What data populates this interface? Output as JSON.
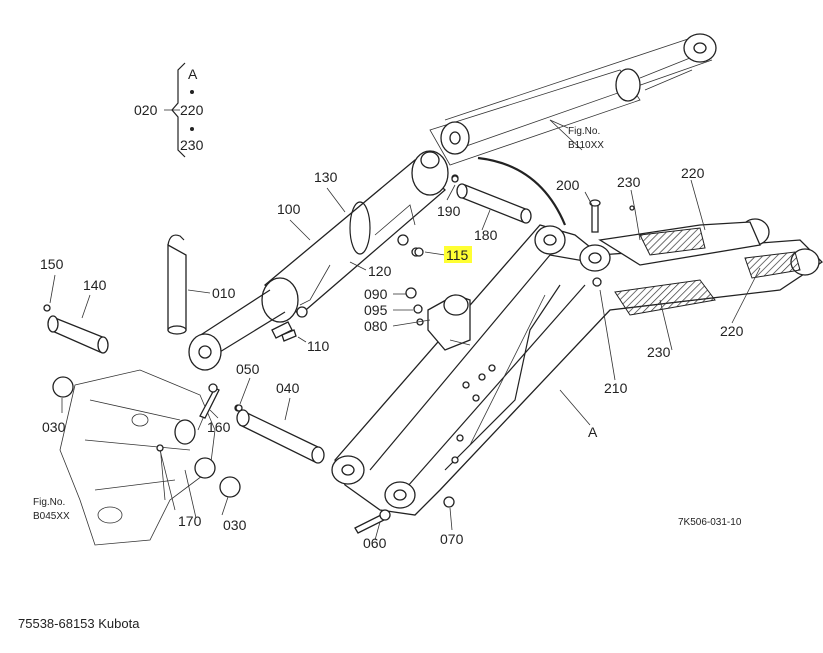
{
  "labels": {
    "l020": "020",
    "lA1": "A",
    "l220a": "220",
    "l230a": "230",
    "l130": "130",
    "l100": "100",
    "l120": "120",
    "l010": "010",
    "l150": "150",
    "l140": "140",
    "l030a": "030",
    "l030b": "030",
    "l160": "160",
    "l170": "170",
    "l050": "050",
    "l040": "040",
    "l110": "110",
    "l060": "060",
    "l070": "070",
    "l090": "090",
    "l095": "095",
    "l080": "080",
    "l190": "190",
    "l180": "180",
    "l115": "115",
    "l200": "200",
    "l230b": "230",
    "l220b": "220",
    "l220c": "220",
    "l230c": "230",
    "l210": "210",
    "lA2": "A"
  },
  "refs": {
    "fig_b110": "Fig.No.",
    "fig_b110_id": "B110XX",
    "fig_b045": "Fig.No.",
    "fig_b045_id": "B045XX",
    "drawing_no": "7K506-031-10"
  },
  "caption": "75538-68153 Kubota",
  "highlight_color": "#ffff33"
}
